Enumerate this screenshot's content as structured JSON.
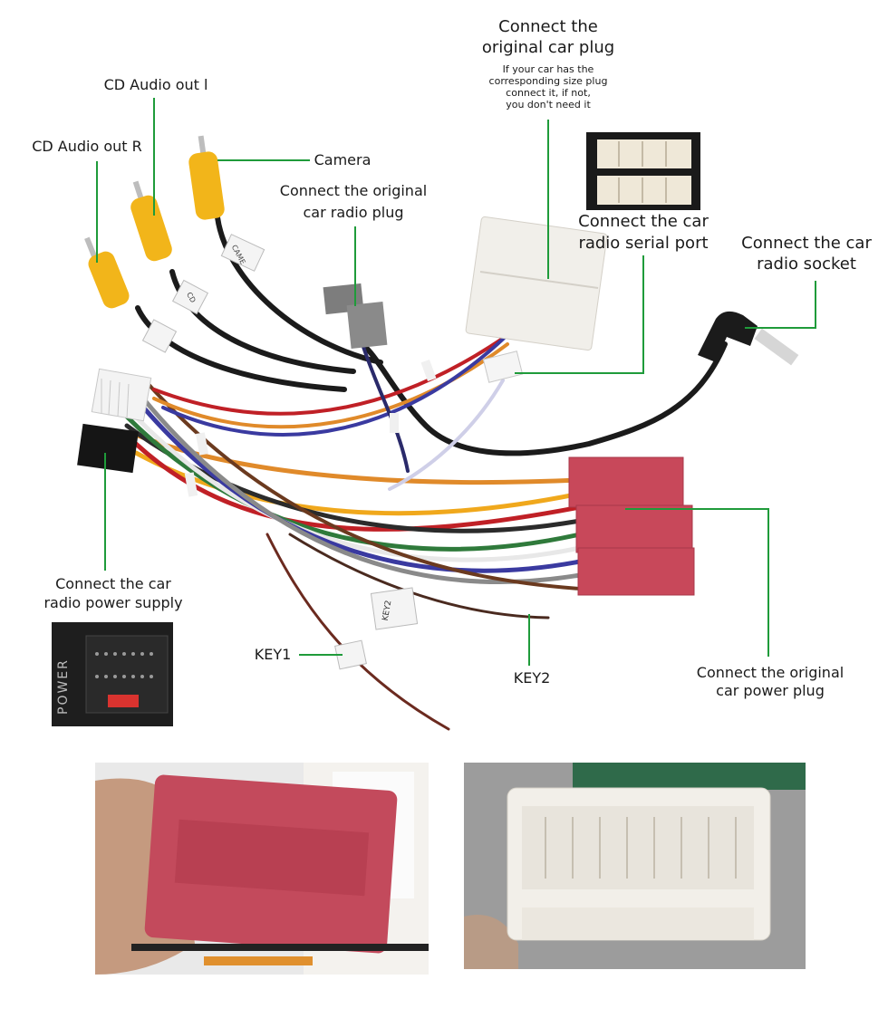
{
  "labels": {
    "original_plug_title_1": "Connect the",
    "original_plug_title_2": "original car plug",
    "original_plug_note_1": "If your car has the",
    "original_plug_note_2": "corresponding size plug",
    "original_plug_note_3": "connect it, if not,",
    "original_plug_note_4": "you don't need it",
    "cd_audio_l": "CD Audio out l",
    "cd_audio_r": "CD Audio out R",
    "camera": "Camera",
    "radio_plug_1": "Connect the original",
    "radio_plug_2": "car radio plug",
    "serial_port_1": "Connect the car",
    "serial_port_2": "radio serial port",
    "socket_1": "Connect the car",
    "socket_2": "radio socket",
    "power_supply_1": "Connect the car",
    "power_supply_2": "radio power supply",
    "key1": "KEY1",
    "key2": "KEY2",
    "power_plug_1": "Connect the original",
    "power_plug_2": "car power plug"
  },
  "photo_text": {
    "power_panel": "POWER",
    "tag_camera": "CAME",
    "tag_cd": "CD",
    "tag_key2": "KEY2"
  },
  "colors": {
    "leader_line": "#1f9b3a",
    "rca_yellow": "#f2b51a",
    "red_connector": "#c8485a",
    "white_connector": "#f1efea",
    "black_cable": "#1b1b1b"
  }
}
